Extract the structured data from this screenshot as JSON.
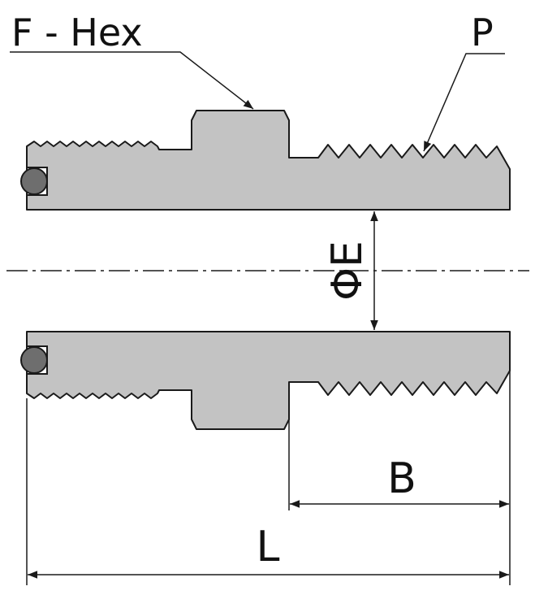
{
  "labels": {
    "hex": "F - Hex",
    "thread": "P",
    "bore": "ΦE",
    "thread_length": "B",
    "overall_length": "L"
  },
  "colors": {
    "body_fill": "#c3c3c3",
    "oring_fill": "#6e6e6e",
    "outline": "#1a1a1a",
    "background": "#ffffff"
  }
}
